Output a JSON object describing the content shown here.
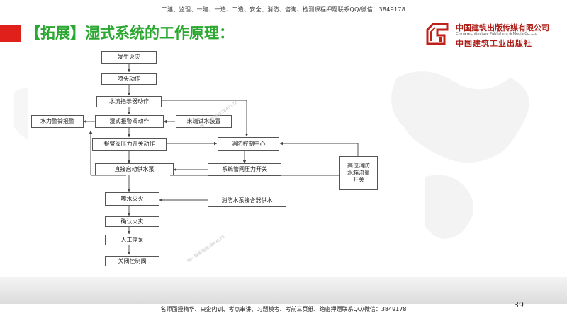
{
  "header": {
    "banner": "二建、监理、一建、一造、二造、安全、消防、咨询、检测课程押题联系QQ/微信：3849178",
    "title": "【拓展】湿式系统的工作原理："
  },
  "publisher": {
    "name_cn": "中国建筑出版传媒有限公司",
    "name_en": "China Architecture Publishing & Media Co.,Ltd",
    "name_cn_calligraphy": "中国建筑工业出版社"
  },
  "diagram": {
    "nodes": {
      "fire": "发生火灾",
      "sprinkler": "喷头动作",
      "flow_indicator": "水流指示器动作",
      "alarm_valve": "湿式报警阀动作",
      "water_bell": "水力警铃报警",
      "end_test": "末端试水装置",
      "pressure_switch": "报警阀压力开关动作",
      "control_center": "消防控制中心",
      "start_pump": "直接启动供水泵",
      "pipe_pressure": "系统管网压力开关",
      "tank_switch_l1": "高位消防",
      "tank_switch_l2": "水箱流量",
      "tank_switch_l3": "开关",
      "spray": "喷水灭火",
      "adapter": "消防水泵接合器供水",
      "confirm": "确认火灾",
      "stop_pump": "人工停泵",
      "close_valve": "关闭控制阀"
    },
    "watermark": "唯一联系微信3849178"
  },
  "footer": {
    "banner": "名师面授精华、央企内训、考点串讲、习题模考、考前三页纸、绝密押题联系QQ/微信：3849178",
    "page_number": "39"
  }
}
